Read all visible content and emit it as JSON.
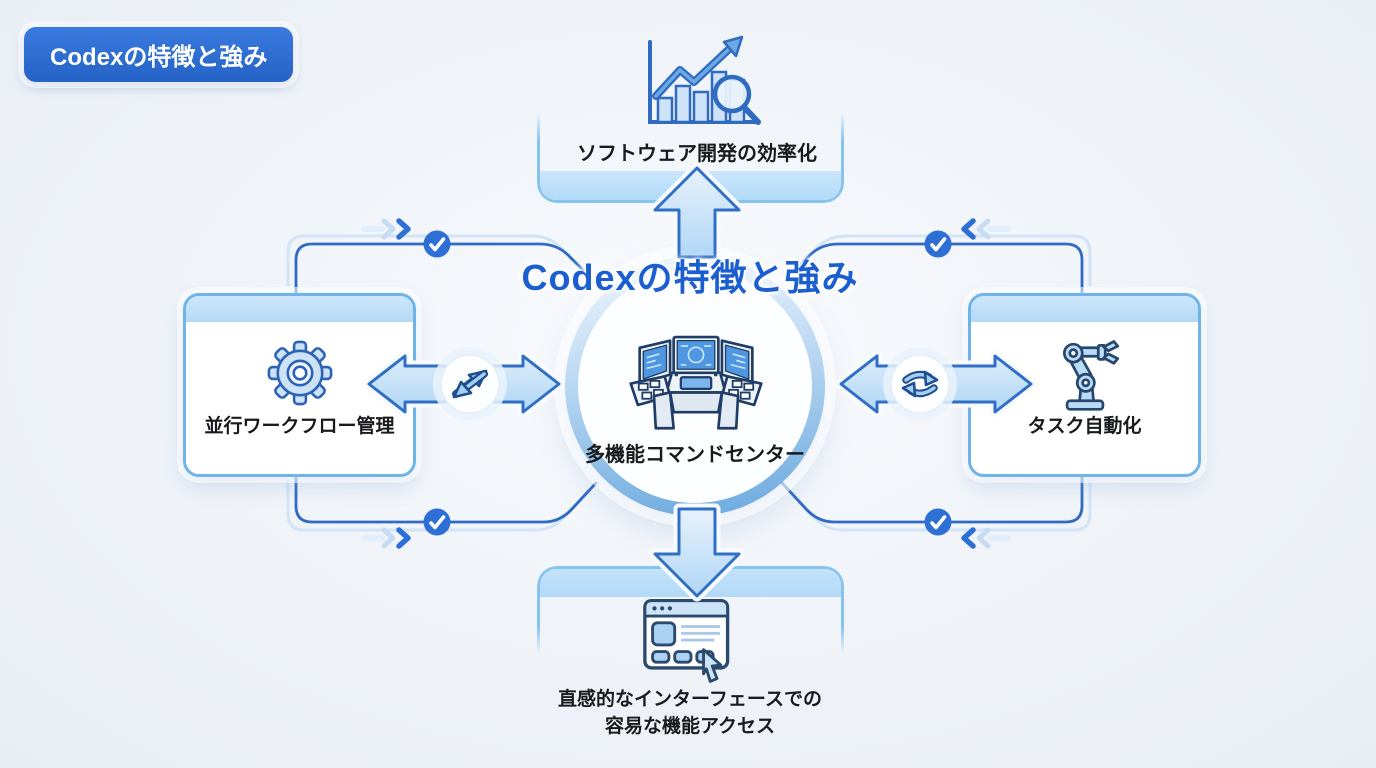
{
  "title_badge": {
    "label": "Codexの特徴と強み"
  },
  "diagram": {
    "center": {
      "heading": "Codexの特徴と強み",
      "node_label": "多機能コマンドセンター",
      "icon": "command-center-icon"
    },
    "nodes": {
      "top": {
        "label": "ソフトウェア開発の効率化",
        "icon": "growth-chart-magnifier-icon"
      },
      "left": {
        "label": "並行ワークフロー管理",
        "icon": "gear-icon"
      },
      "right": {
        "label": "タスク自動化",
        "icon": "robot-arm-icon"
      },
      "bottom": {
        "label_line1": "直感的なインターフェースでの",
        "label_line2": "容易な機能アクセス",
        "icon": "browser-cursor-icon"
      }
    },
    "connectors": {
      "checkmark_count": 4,
      "left_link_icon": "swap-arrows-icon",
      "right_link_icon": "sync-arrows-icon",
      "chevrons": [
        "right",
        "left",
        "right",
        "left"
      ]
    },
    "colors": {
      "accent": "#2e6fd6",
      "heading_text": "#1a5ed0",
      "line": "#2f6bc4",
      "arrow_fill": "#c5e0f8",
      "arrow_stroke": "#2f6fc6",
      "card_border": "#6fb4e9",
      "card_band": "#bfdff8",
      "label_text": "#191a1c",
      "background": "#eff3f8"
    }
  }
}
